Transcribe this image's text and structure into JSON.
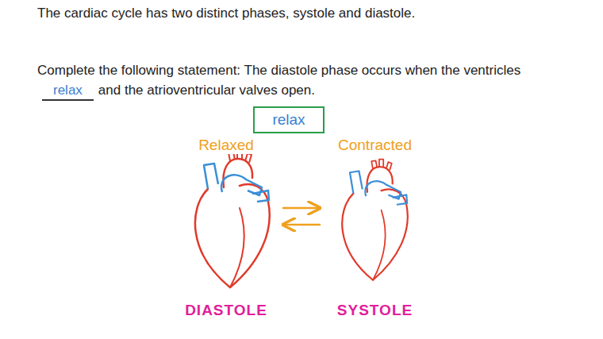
{
  "diagram": {
    "nodes": [
      {
        "text": [
          "relax"
        ]
      },
      {
        "text": [
          "Relaxed",
          "DIASTOLE"
        ]
      },
      {
        "text": [
          "Contracted",
          "SYSTOLE"
        ]
      }
    ],
    "edges": [
      {
        "from": 1,
        "to": 2,
        "arrow": "to"
      },
      {
        "from": 2,
        "to": 1,
        "arrow": "to"
      }
    ],
    "labels": [
      "The cardiac cycle has two distinct phases, systole and diastole.",
      "Complete the following statement: The diastole phase occurs when the ventricles",
      "relax",
      "and the atrioventricular valves open."
    ]
  }
}
